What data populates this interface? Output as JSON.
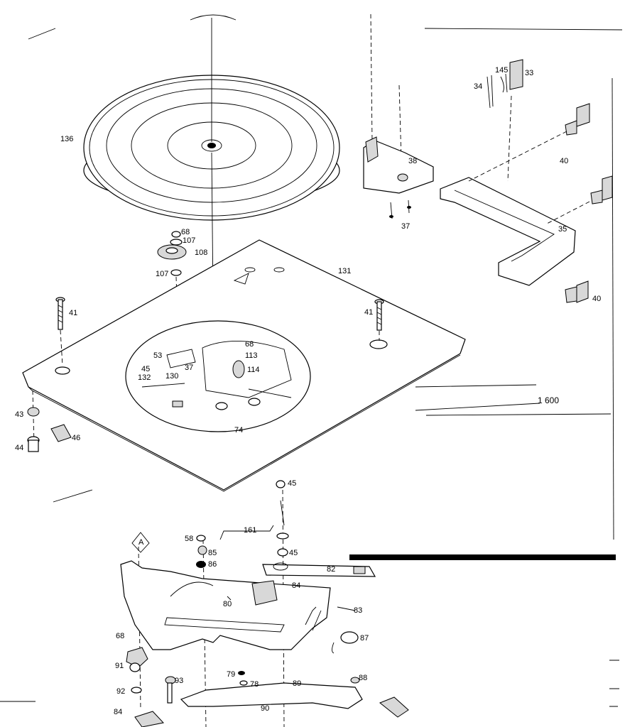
{
  "labels": {
    "turntable": "136",
    "n68a": "68",
    "n107a": "107",
    "n108": "108",
    "n107b": "107",
    "n41a": "41",
    "n41b": "41",
    "n131": "131",
    "n38": "38",
    "n37a": "37",
    "n34": "34",
    "n145": "145",
    "n33": "33",
    "n40a": "40",
    "n35": "35",
    "n40b": "40",
    "n53": "53",
    "n37b": "37",
    "n45a": "45",
    "n132": "132",
    "n130": "130",
    "n68b": "68",
    "n113": "113",
    "n114": "114",
    "n74": "74",
    "n43": "43",
    "n44": "44",
    "n46": "46",
    "n1600": "1  600",
    "n45b": "45",
    "n161": "161",
    "n58": "58",
    "n85": "85",
    "n86": "86",
    "n45c": "45",
    "n82": "82",
    "n84": "84",
    "n80": "80",
    "n83": "83",
    "n87": "87",
    "nA": "A",
    "n68c": "68",
    "n91": "91",
    "n92": "92",
    "n93": "93",
    "n79": "79",
    "n78": "78",
    "n89": "89",
    "n88": "88",
    "n90": "90",
    "n84b": "84"
  }
}
